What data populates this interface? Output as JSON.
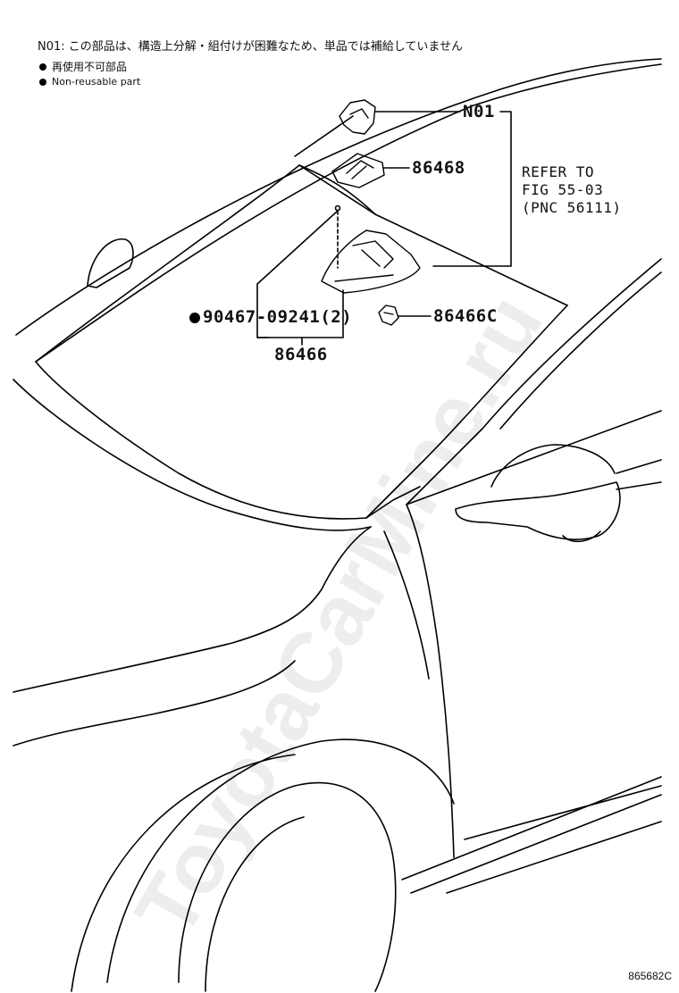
{
  "notes": {
    "n01_jp": "N01: この部品は、構造上分解・組付けが困難なため、単品では補給していません",
    "legend_jp": "再使用不可部品",
    "legend_en": "Non-reusable part"
  },
  "callouts": {
    "n01": "N01",
    "p86468": "86468",
    "refer_line1": "REFER TO",
    "refer_line2": "FIG 55-03",
    "refer_line3": "(PNC 56111)",
    "p90467": "90467-09241(2)",
    "p86466c": "86466C",
    "p86466": "86466"
  },
  "figure_code": "865682C",
  "watermark": "ToyotaCarMine.ru"
}
